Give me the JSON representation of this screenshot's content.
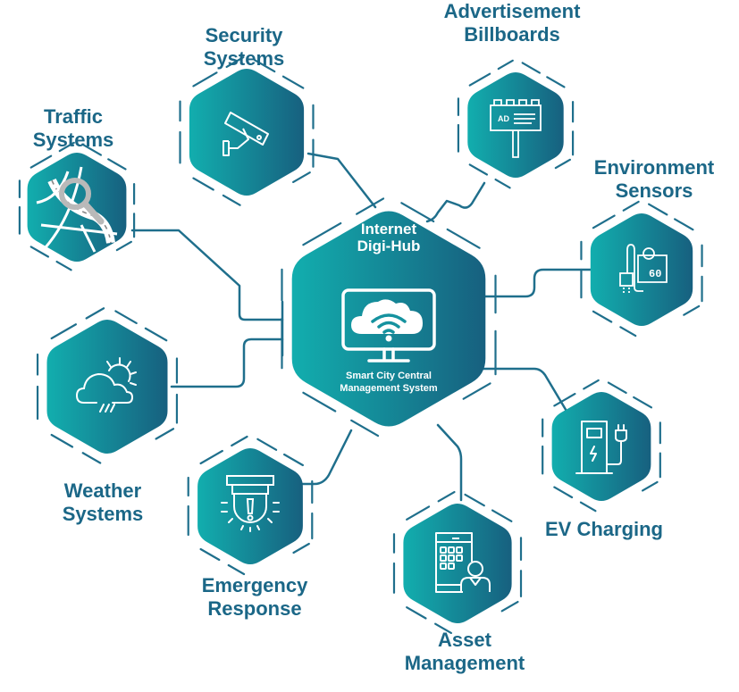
{
  "colors": {
    "gradient_start": "#12aeae",
    "gradient_end": "#17607f",
    "line": "#1f6f8c",
    "label_text": "#1b6787",
    "icon_stroke": "#ffffff"
  },
  "hub": {
    "title_line1": "Internet",
    "title_line2": "Digi-Hub",
    "subtitle_line1": "Smart City Central",
    "subtitle_line2": "Management System",
    "icon": "cloud-wifi-monitor-icon"
  },
  "nodes": [
    {
      "id": "traffic",
      "label_line1": "Traffic",
      "label_line2": "Systems",
      "icon": "road-map-search-icon"
    },
    {
      "id": "security",
      "label_line1": "Security",
      "label_line2": "Systems",
      "icon": "cctv-camera-icon"
    },
    {
      "id": "billboards",
      "label_line1": "Advertisement",
      "label_line2": "Billboards",
      "icon": "billboard-icon",
      "icon_text": "AD"
    },
    {
      "id": "environment",
      "label_line1": "Environment",
      "label_line2": "Sensors",
      "icon": "environment-sensor-icon",
      "icon_text": "60"
    },
    {
      "id": "weather",
      "label_line1": "Weather",
      "label_line2": "Systems",
      "icon": "weather-cloud-sun-rain-icon"
    },
    {
      "id": "emergency",
      "label_line1": "Emergency",
      "label_line2": "Response",
      "icon": "alarm-beacon-icon"
    },
    {
      "id": "asset",
      "label_line1": "Asset",
      "label_line2": "Management",
      "icon": "tablet-user-icon"
    },
    {
      "id": "ev",
      "label_line1": "EV Charging",
      "label_line2": "",
      "icon": "ev-charger-icon"
    }
  ]
}
